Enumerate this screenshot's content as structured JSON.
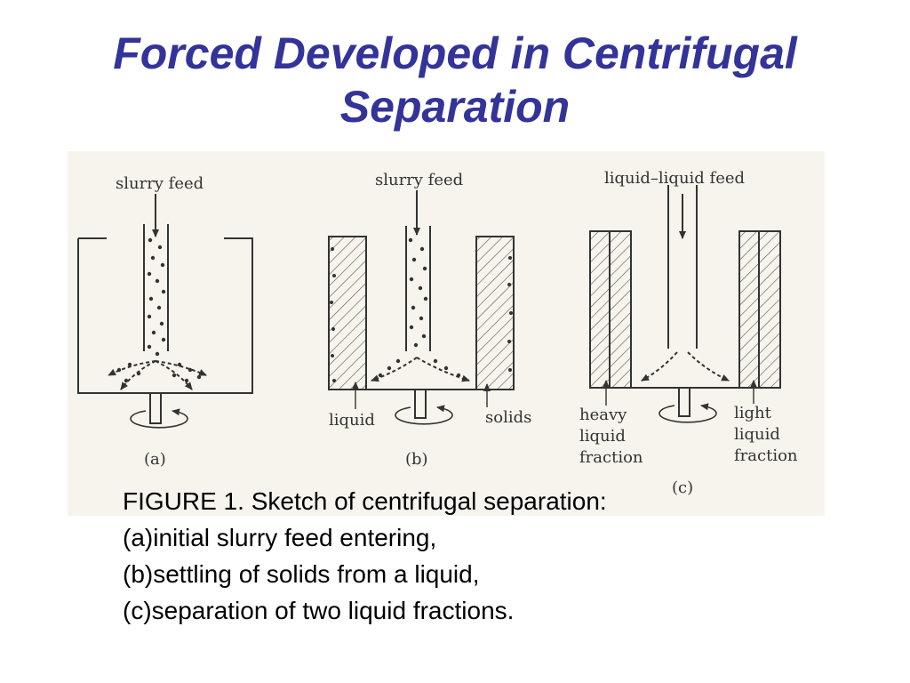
{
  "slide": {
    "title_line1": "Forced Developed in Centrifugal",
    "title_line2": "Separation"
  },
  "figure": {
    "panel_a": {
      "feed_label": "slurry feed",
      "tag": "(a)"
    },
    "panel_b": {
      "feed_label": "slurry feed",
      "left_label": "liquid",
      "right_label": "solids",
      "tag": "(b)"
    },
    "panel_c": {
      "feed_label": "liquid–liquid feed",
      "left_label": [
        "heavy",
        "liquid",
        "fraction"
      ],
      "right_label": [
        "light",
        "liquid",
        "fraction"
      ],
      "tag": "(c)"
    }
  },
  "caption": {
    "line1": "FIGURE 1. Sketch of centrifugal separation:",
    "line2": "(a)initial slurry feed entering,",
    "line3": "(b)settling of solids from a liquid,",
    "line4": "(c)separation of two liquid fractions."
  },
  "colors": {
    "title": "#333399",
    "figure_bg": "#f7f4ed",
    "ink": "#333333"
  }
}
